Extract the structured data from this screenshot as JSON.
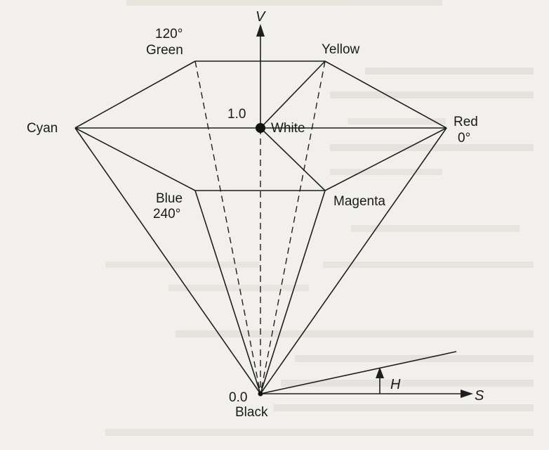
{
  "background_color": "#f1f0ec",
  "ink_color": "#1f1f1f",
  "axes": {
    "v_label": "V",
    "s_label": "S",
    "h_label": "H"
  },
  "vertices": {
    "green": {
      "label": "Green",
      "angle": "120°"
    },
    "yellow": {
      "label": "Yellow"
    },
    "cyan": {
      "label": "Cyan"
    },
    "white": {
      "label": "White",
      "value": "1.0"
    },
    "red": {
      "label": "Red",
      "angle": "0°"
    },
    "blue": {
      "label": "Blue",
      "angle": "240°"
    },
    "magenta": {
      "label": "Magenta"
    },
    "black": {
      "label": "Black",
      "value": "0.0"
    }
  }
}
